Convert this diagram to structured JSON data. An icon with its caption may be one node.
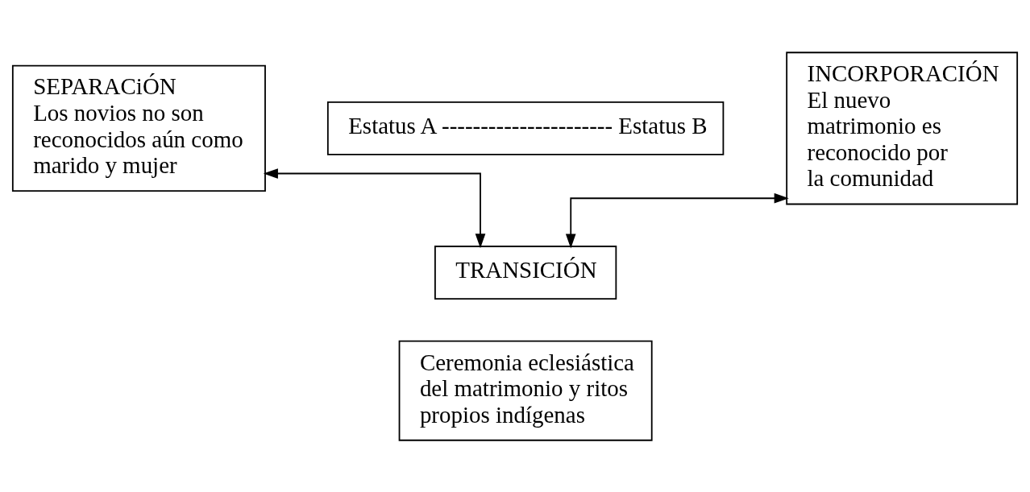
{
  "diagram": {
    "nodes": [
      {
        "text": [
          "SEPARACiÓN",
          "Los novios no son reconocidos aún como marido y mujer"
        ]
      },
      {
        "text": [
          "Estatus A ---------------------- Estatus B"
        ]
      },
      {
        "text": [
          "INCORPORACIÓN",
          "El nuevo matrimonio es reconocido por la comunidad"
        ]
      },
      {
        "text": [
          "TRANSICIÓN"
        ]
      },
      {
        "text": [
          "Ceremonia eclesiástica del matrimonio y ritos propios indígenas"
        ]
      }
    ],
    "edges": [
      {
        "from": 0,
        "to": 3,
        "arrow": "both"
      },
      {
        "from": 3,
        "to": 2,
        "arrow": "both"
      }
    ]
  }
}
